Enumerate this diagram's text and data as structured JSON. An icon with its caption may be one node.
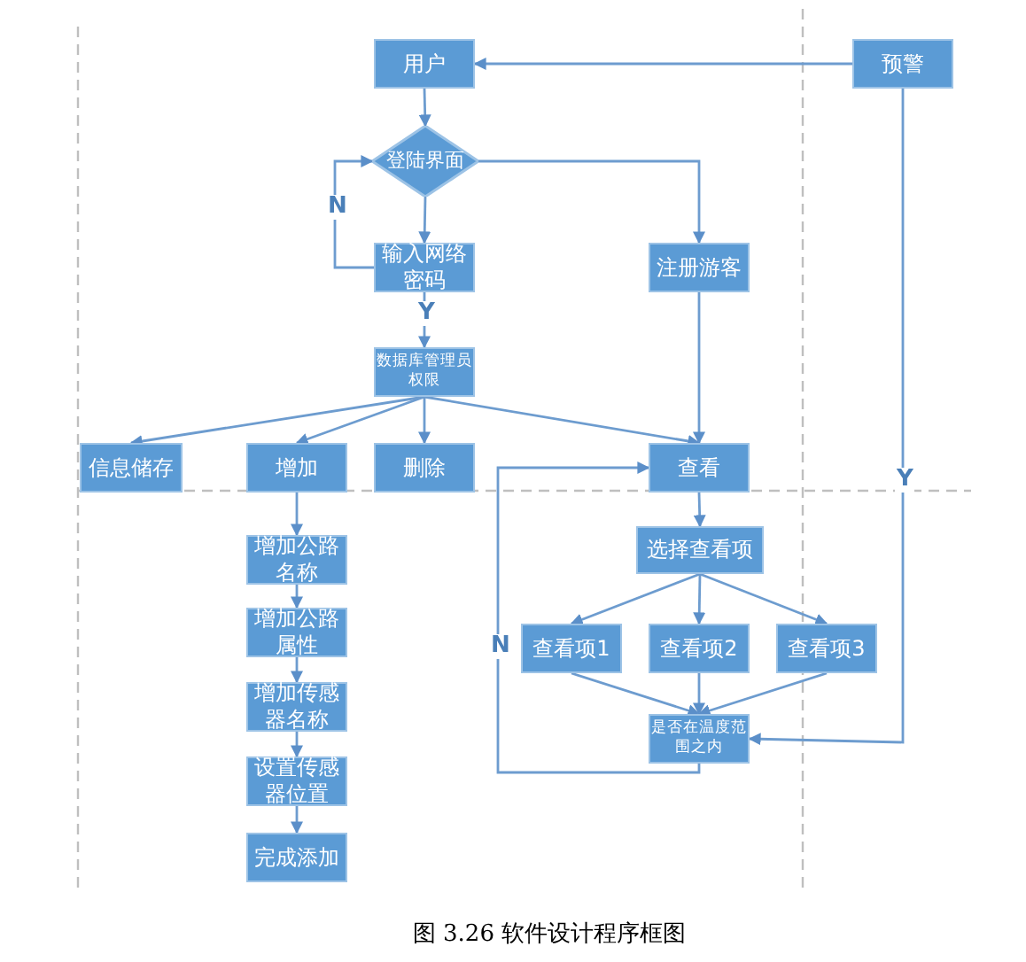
{
  "diagram": {
    "caption": "图 3.26 软件设计程序框图",
    "nodes": [
      {
        "text": [
          "用户"
        ]
      },
      {
        "text": [
          "登陆界面"
        ]
      },
      {
        "text": [
          "输入网络密码"
        ]
      },
      {
        "text": [
          "注册游客"
        ]
      },
      {
        "text": [
          "预警"
        ]
      },
      {
        "text": [
          "数据库管理员权限"
        ]
      },
      {
        "text": [
          "信息储存"
        ]
      },
      {
        "text": [
          "增加"
        ]
      },
      {
        "text": [
          "删除"
        ]
      },
      {
        "text": [
          "查看"
        ]
      },
      {
        "text": [
          "选择查看项"
        ]
      },
      {
        "text": [
          "查看项1"
        ]
      },
      {
        "text": [
          "查看项2"
        ]
      },
      {
        "text": [
          "查看项3"
        ]
      },
      {
        "text": [
          "是否在温度范围之内"
        ]
      },
      {
        "text": [
          "增加公路名称"
        ]
      },
      {
        "text": [
          "增加公路属性"
        ]
      },
      {
        "text": [
          "增加传感器名称"
        ]
      },
      {
        "text": [
          "设置传感器位置"
        ]
      },
      {
        "text": [
          "完成添加"
        ]
      }
    ],
    "edges": [
      {
        "from": 0,
        "to": 1,
        "arrow": "to"
      },
      {
        "from": 1,
        "to": 2,
        "arrow": "to"
      },
      {
        "from": 2,
        "to": 1,
        "arrow": "to",
        "label": "N"
      },
      {
        "from": 2,
        "to": 5,
        "arrow": "to",
        "label": "Y"
      },
      {
        "from": 1,
        "to": 3,
        "arrow": "to"
      },
      {
        "from": 3,
        "to": 9,
        "arrow": "to"
      },
      {
        "from": 5,
        "to": 6,
        "arrow": "to"
      },
      {
        "from": 5,
        "to": 7,
        "arrow": "to"
      },
      {
        "from": 5,
        "to": 8,
        "arrow": "to"
      },
      {
        "from": 5,
        "to": 9,
        "arrow": "to"
      },
      {
        "from": 4,
        "to": 0,
        "arrow": "to"
      },
      {
        "from": 4,
        "to": 14,
        "arrow": "to",
        "label": "Y"
      },
      {
        "from": 9,
        "to": 10,
        "arrow": "to"
      },
      {
        "from": 10,
        "to": 11,
        "arrow": "to"
      },
      {
        "from": 10,
        "to": 12,
        "arrow": "to"
      },
      {
        "from": 10,
        "to": 13,
        "arrow": "to"
      },
      {
        "from": 11,
        "to": 14,
        "arrow": "to"
      },
      {
        "from": 12,
        "to": 14,
        "arrow": "to"
      },
      {
        "from": 13,
        "to": 14,
        "arrow": "to"
      },
      {
        "from": 14,
        "to": 9,
        "arrow": "to",
        "label": "N"
      },
      {
        "from": 7,
        "to": 15,
        "arrow": "to"
      },
      {
        "from": 15,
        "to": 16,
        "arrow": "to"
      },
      {
        "from": 16,
        "to": 17,
        "arrow": "to"
      },
      {
        "from": 17,
        "to": 18,
        "arrow": "to"
      },
      {
        "from": 18,
        "to": 19,
        "arrow": "to"
      }
    ]
  }
}
